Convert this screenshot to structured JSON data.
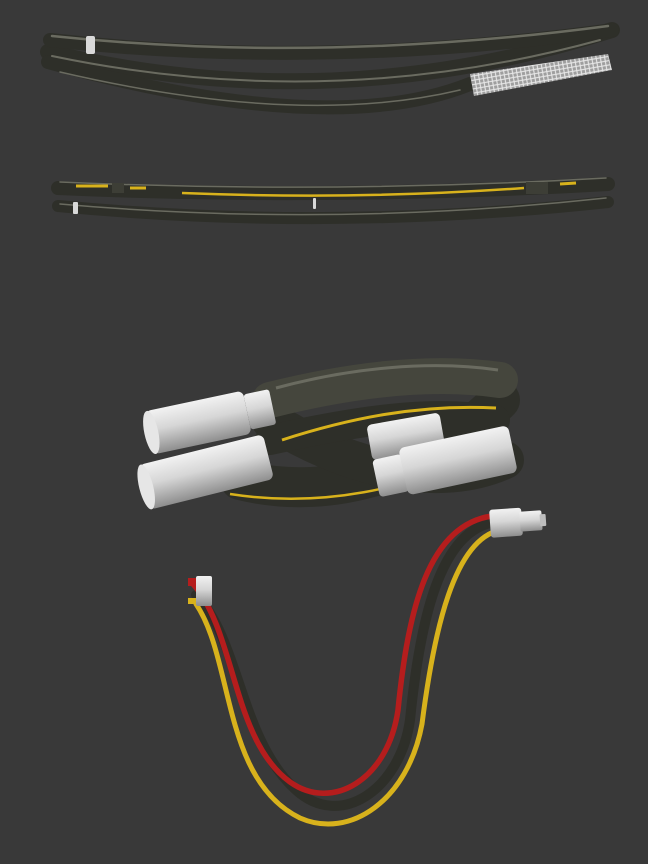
{
  "viewport": {
    "background": "#393939"
  },
  "colors": {
    "cable_dark": "#2e2f29",
    "cable_mid": "#45463d",
    "cable_highlight": "#6a6b60",
    "stripe_yellow": "#d8b21c",
    "wire_red": "#b51d1d",
    "metal": "#d9d9d9",
    "metal_shade": "#9a9a9a",
    "mesh": "#c8c8c8"
  },
  "models": [
    {
      "name": "braided-cable-bundle"
    },
    {
      "name": "striped-cable-bundle"
    },
    {
      "name": "twisted-connector-cables"
    },
    {
      "name": "red-yellow-wire-harness"
    }
  ]
}
